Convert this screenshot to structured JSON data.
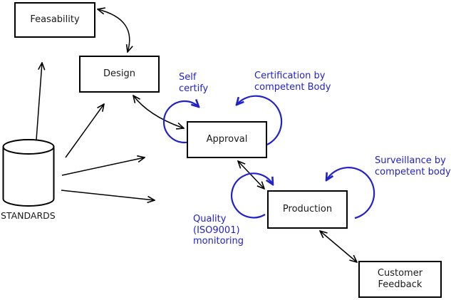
{
  "diagram": {
    "nodes": {
      "feasability": {
        "label": "Feasability"
      },
      "design": {
        "label": "Design"
      },
      "approval": {
        "label": "Approval"
      },
      "production": {
        "label": "Production"
      },
      "customer_feedback": {
        "label": "Customer\nFeedback"
      },
      "standards": {
        "label": "STANDARDS"
      }
    },
    "annotations": {
      "self_certify": "Self\ncertify",
      "certification": "Certification by\ncompetent Body",
      "surveillance": "Surveillance by\ncompetent body",
      "quality_monitoring": "Quality\n(ISO9001)\nmonitoring"
    },
    "colors": {
      "annotation_blue": "#2222cc",
      "line_black": "#000000",
      "background": "#ffffff"
    }
  }
}
